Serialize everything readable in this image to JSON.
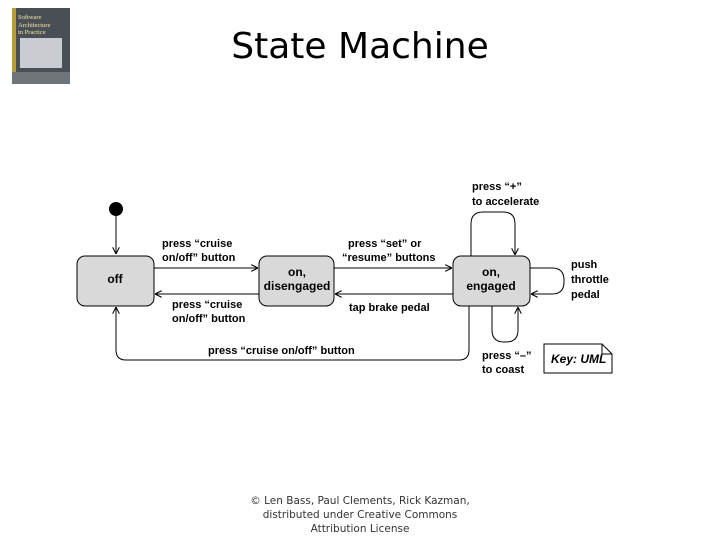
{
  "slide": {
    "title": "State Machine"
  },
  "book_cover": {
    "lines": [
      "Software",
      "Architecture",
      "in Practice"
    ]
  },
  "diagram": {
    "states": {
      "off": "off",
      "disengaged": [
        "on,",
        "disengaged"
      ],
      "engaged": [
        "on,",
        "engaged"
      ]
    },
    "transitions": {
      "off_to_disengaged": [
        "press “cruise",
        "on/off” button"
      ],
      "disengaged_to_engaged": [
        "press “set” or",
        "“resume” buttons"
      ],
      "engaged_to_disengaged": "tap brake pedal",
      "disengaged_to_off": [
        "press “cruise",
        "on/off” button"
      ],
      "engaged_to_off": "press “cruise on/off” button",
      "accelerate": [
        "press “+”",
        "to accelerate"
      ],
      "throttle": [
        "push",
        "throttle",
        "pedal"
      ],
      "coast": [
        "press “–”",
        "to coast"
      ]
    },
    "key": "Key: UML"
  },
  "footer": {
    "lines": [
      "© Len Bass, Paul Clements, Rick Kazman,",
      "distributed under Creative Commons",
      "Attribution License"
    ]
  }
}
